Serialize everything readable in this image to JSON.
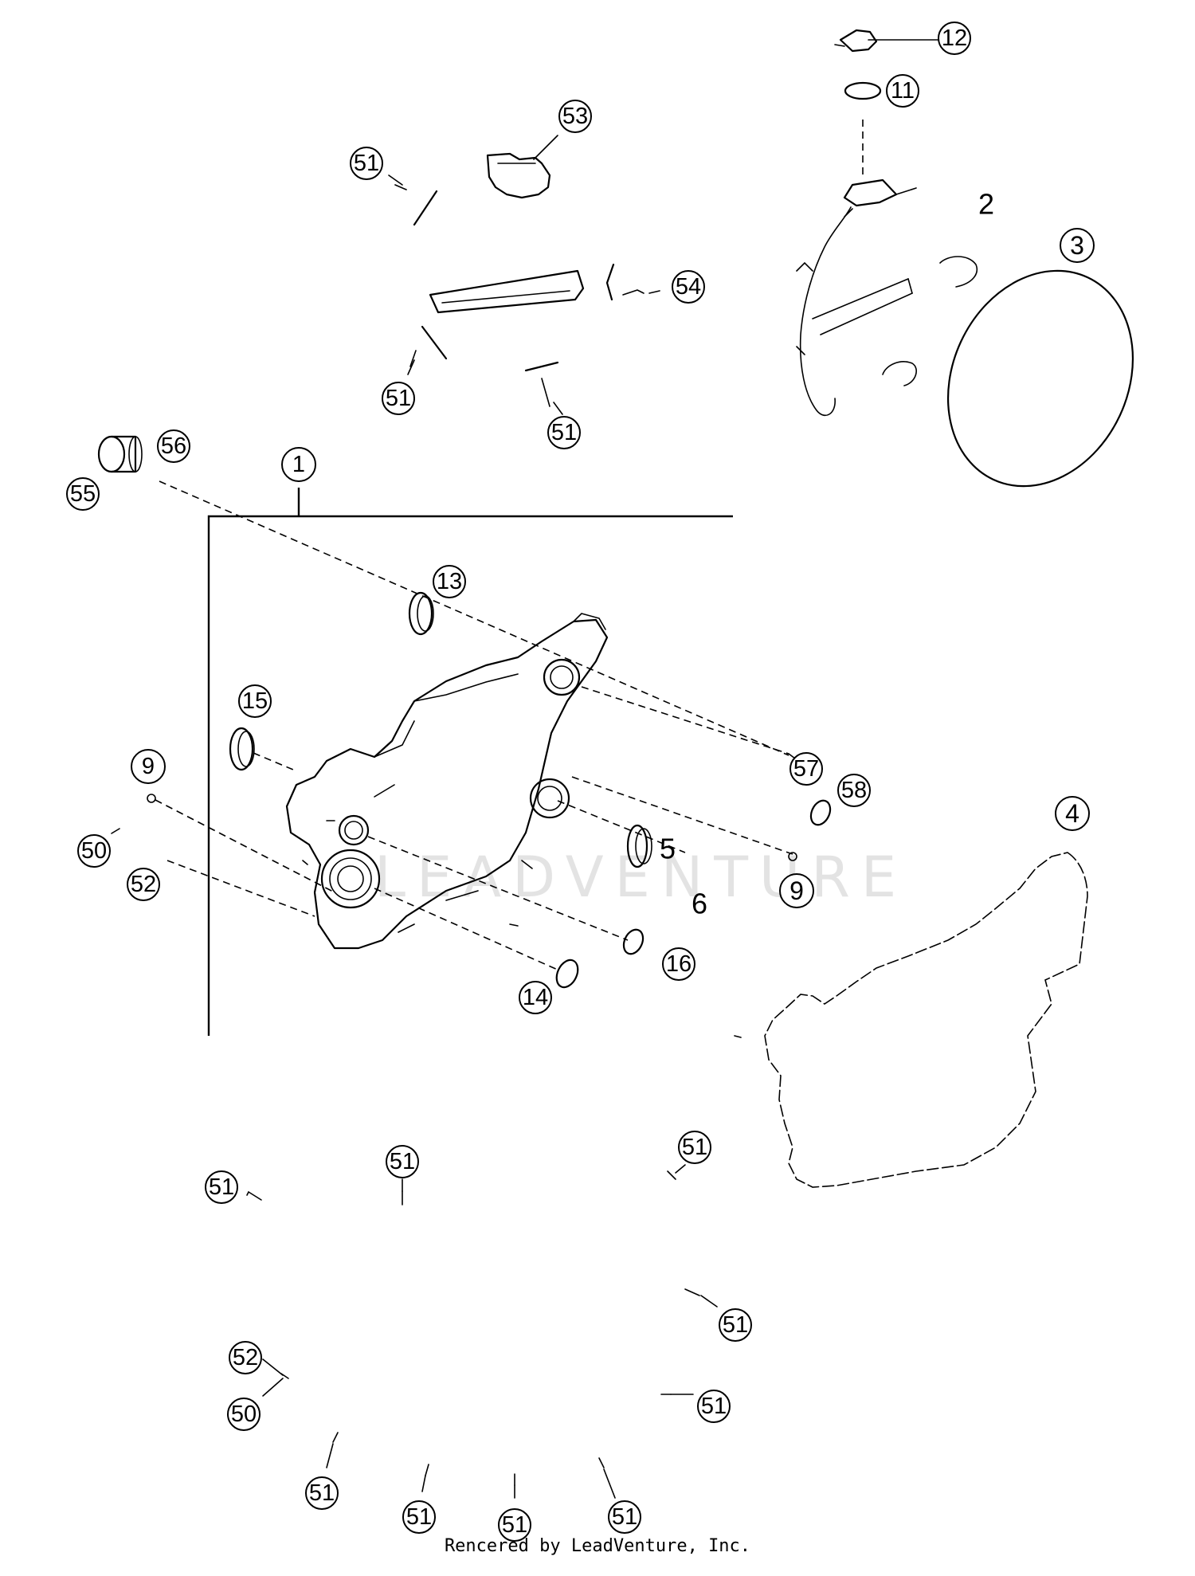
{
  "diagram": {
    "watermark": "LEADVENTURE",
    "credit": "Rencered by LeadVenture, Inc.",
    "callouts": [
      {
        "label": "12"
      },
      {
        "label": "11"
      },
      {
        "label": "2"
      },
      {
        "label": "3"
      },
      {
        "label": "53"
      },
      {
        "label": "51"
      },
      {
        "label": "54"
      },
      {
        "label": "51"
      },
      {
        "label": "51"
      },
      {
        "label": "56"
      },
      {
        "label": "55"
      },
      {
        "label": "1"
      },
      {
        "label": "13"
      },
      {
        "label": "15"
      },
      {
        "label": "9"
      },
      {
        "label": "50"
      },
      {
        "label": "52"
      },
      {
        "label": "57"
      },
      {
        "label": "58"
      },
      {
        "label": "5"
      },
      {
        "label": "6"
      },
      {
        "label": "9"
      },
      {
        "label": "16"
      },
      {
        "label": "14"
      },
      {
        "label": "4"
      },
      {
        "label": "51"
      },
      {
        "label": "51"
      },
      {
        "label": "51"
      },
      {
        "label": "51"
      },
      {
        "label": "52"
      },
      {
        "label": "50"
      },
      {
        "label": "51"
      },
      {
        "label": "51"
      },
      {
        "label": "51"
      },
      {
        "label": "51"
      },
      {
        "label": "51"
      }
    ]
  }
}
